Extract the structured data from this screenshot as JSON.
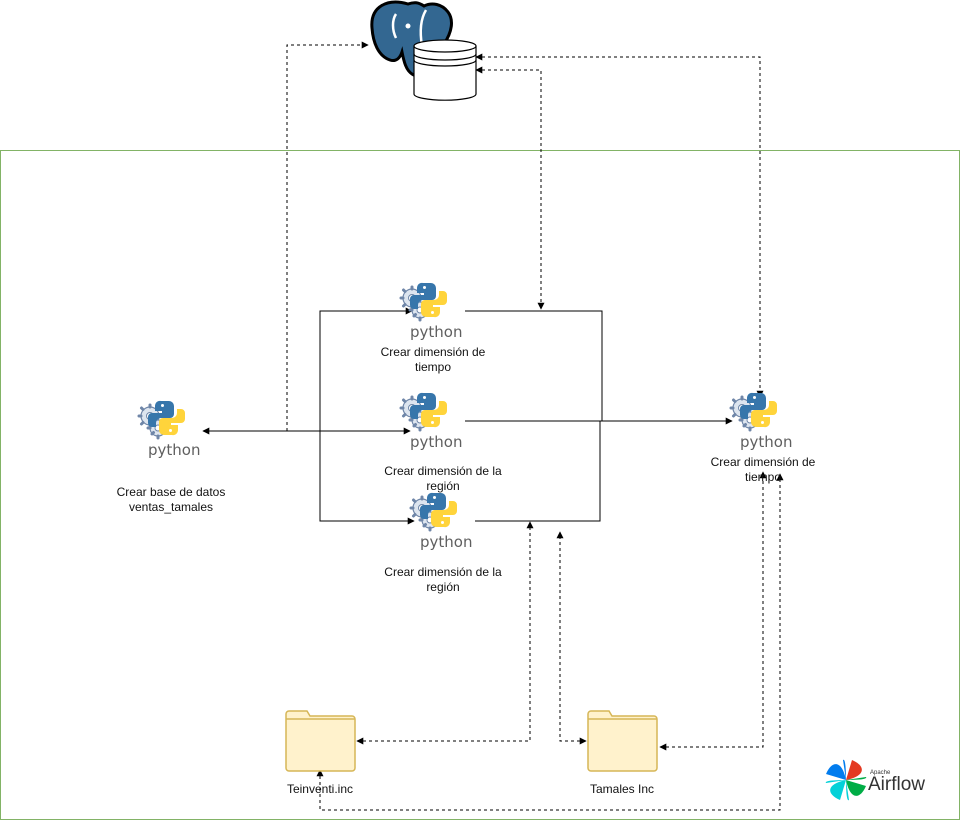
{
  "diagram": {
    "nodes": {
      "create_db": {
        "label": "Crear base de datos ventas_tamales",
        "icon": "python-icon"
      },
      "dim_tiempo_top": {
        "label": "Crear dimensión de tiempo",
        "icon": "python-icon"
      },
      "dim_region_mid": {
        "label": "Crear dimensión de la región",
        "icon": "python-icon"
      },
      "dim_region_low": {
        "label": "Crear dimensión de la región",
        "icon": "python-icon"
      },
      "dim_tiempo_right": {
        "label": "Crear dimensión de tiempo",
        "icon": "python-icon"
      },
      "postgres": {
        "icon": "postgresql-elephant-icon"
      },
      "folder_teinventi": {
        "label": "Teinventi.inc",
        "icon": "folder-icon"
      },
      "folder_tamales": {
        "label": "Tamales Inc",
        "icon": "folder-icon"
      }
    },
    "python_wordmark": "python",
    "airflow_logo": {
      "small": "Apache",
      "big": "Airflow"
    },
    "colors": {
      "container_border": "#82b366",
      "folder_fill": "#fff2cc",
      "folder_stroke": "#d6b656",
      "postgres_blue": "#336791",
      "python_blue": "#3776ab",
      "python_yellow": "#ffd43b",
      "gear_fill": "#dde5ef",
      "airflow_colors": [
        "#e43921",
        "#00ad46",
        "#04d1d8",
        "#017cee"
      ]
    }
  }
}
